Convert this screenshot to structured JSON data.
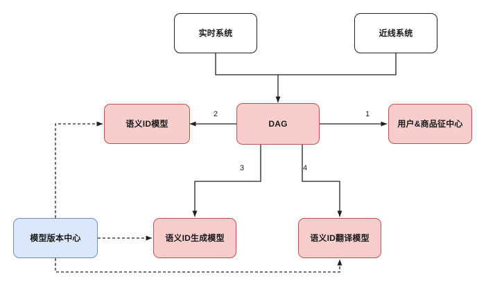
{
  "diagram": {
    "type": "flowchart",
    "background_color": "#ffffff",
    "palette": {
      "pink_fill": "#f8cecc",
      "pink_stroke": "#b85450",
      "blue_fill": "#dae8fc",
      "blue_stroke": "#6c8ebf",
      "white_fill": "#ffffff",
      "black_stroke": "#1f1f1f",
      "text_color": "#1a1a1a"
    },
    "nodes": [
      {
        "id": "realtime_system",
        "label": "实时系统",
        "style": "white"
      },
      {
        "id": "nearline_system",
        "label": "近线系统",
        "style": "white"
      },
      {
        "id": "semantic_id_model",
        "label": "语义ID模型",
        "style": "pink"
      },
      {
        "id": "dag",
        "label": "DAG",
        "style": "pink"
      },
      {
        "id": "user_item_center",
        "label": "用户&商品征中心",
        "style": "pink"
      },
      {
        "id": "model_version_center",
        "label": "模型版本中心",
        "style": "blue"
      },
      {
        "id": "semantic_id_gen_model",
        "label": "语义ID生成模型",
        "style": "pink"
      },
      {
        "id": "semantic_id_trans_model",
        "label": "语义ID翻译模型",
        "style": "pink"
      }
    ],
    "edge_labels": {
      "dag_to_user_item_center": "1",
      "dag_to_semantic_id_model": "2",
      "dag_to_semantic_id_gen_model": "3",
      "dag_to_semantic_id_trans_model": "4"
    },
    "edges": [
      {
        "from": "realtime_system",
        "to": "dag",
        "style": "solid",
        "label": ""
      },
      {
        "from": "nearline_system",
        "to": "dag",
        "style": "solid",
        "label": ""
      },
      {
        "from": "dag",
        "to": "user_item_center",
        "style": "solid",
        "label": "1"
      },
      {
        "from": "dag",
        "to": "semantic_id_model",
        "style": "solid",
        "label": "2"
      },
      {
        "from": "dag",
        "to": "semantic_id_gen_model",
        "style": "solid",
        "label": "3"
      },
      {
        "from": "dag",
        "to": "semantic_id_trans_model",
        "style": "solid",
        "label": "4"
      },
      {
        "from": "model_version_center",
        "to": "semantic_id_model",
        "style": "dashed",
        "label": ""
      },
      {
        "from": "model_version_center",
        "to": "semantic_id_gen_model",
        "style": "dashed",
        "label": ""
      },
      {
        "from": "model_version_center",
        "to": "semantic_id_trans_model",
        "style": "dashed",
        "label": ""
      }
    ]
  }
}
